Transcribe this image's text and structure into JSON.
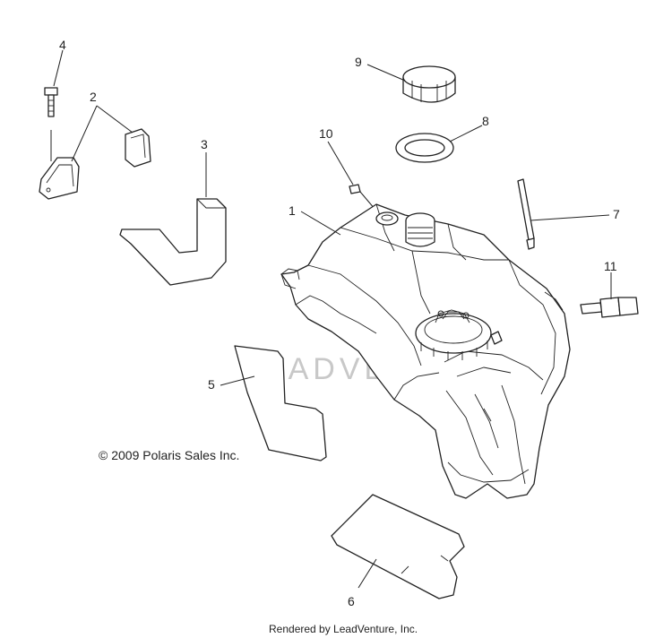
{
  "diagram": {
    "callouts": [
      "1",
      "2",
      "3",
      "4",
      "5",
      "6",
      "7",
      "8",
      "9",
      "10",
      "11"
    ],
    "copyright": "© 2009 Polaris Sales Inc.",
    "footer": "Rendered by LeadVenture, Inc.",
    "watermark": "LEADVENTURE",
    "colors": {
      "line": "#222222",
      "watermark": "#c8c8c8",
      "background": "#ffffff"
    }
  }
}
